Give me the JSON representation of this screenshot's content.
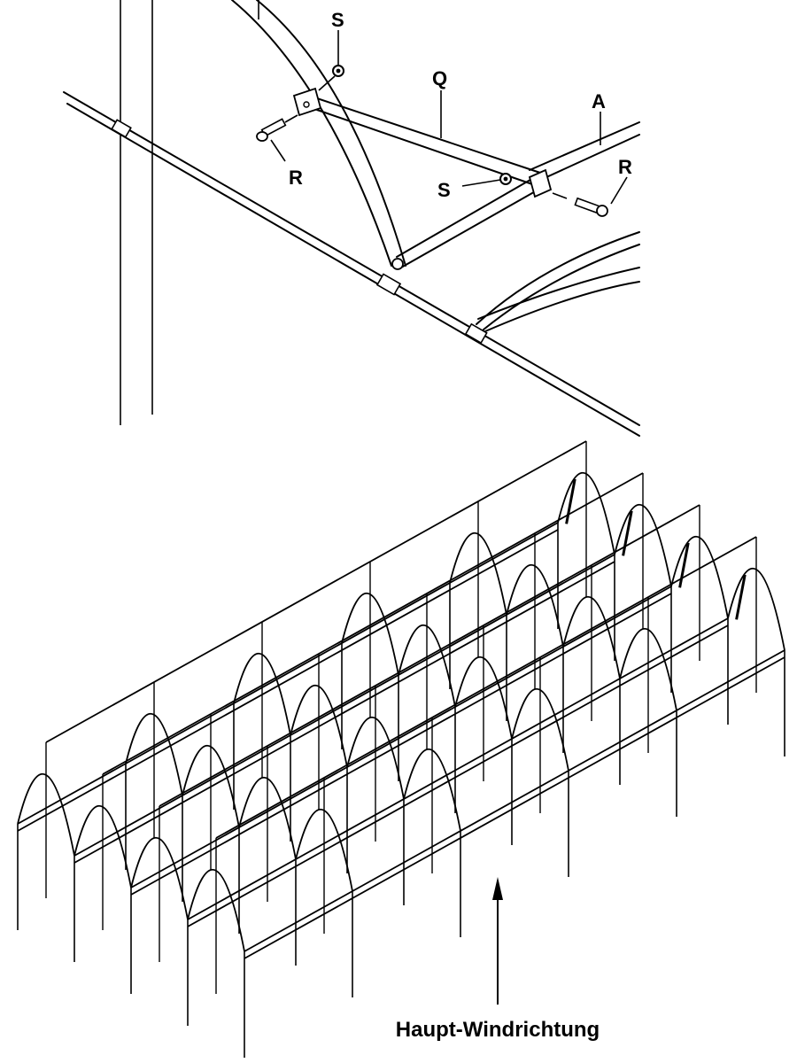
{
  "labels": {
    "s_top": "S",
    "q": "Q",
    "a": "A",
    "r_left": "R",
    "s_mid": "S",
    "r_right": "R"
  },
  "caption": "Haupt-Windrichtung",
  "colors": {
    "ink": "#000000",
    "paper": "#ffffff"
  }
}
